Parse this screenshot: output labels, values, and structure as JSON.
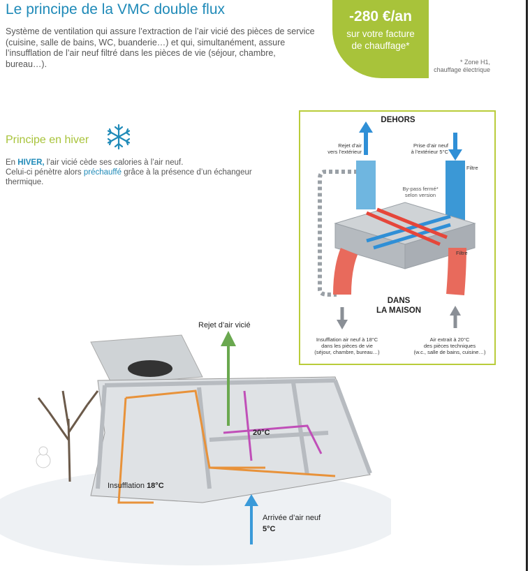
{
  "header": {
    "title": "Le principe de la VMC double flux",
    "intro": "Système de ventilation qui assure l’extraction de l’air vicié des pièces de service (cuisine, salle de bains, WC, buanderie…) et qui, simultanément, assure l’insufflation de l’air neuf filtré dans les pièces de vie (séjour, chambre, bureau…)."
  },
  "badge": {
    "amount": "-280 €/an",
    "line1": "sur votre facture",
    "line2": "de chauffage*"
  },
  "footnote": {
    "line1": "* Zone H1,",
    "line2": "chauffage électrique"
  },
  "winter": {
    "title": "Principe en hiver",
    "text_prefix": "En ",
    "text_keyword": "HIVER,",
    "text_mid": " l’air vicié cède ses calories à l’air neuf.",
    "text_line2_a": "Celui-ci pénètre alors ",
    "text_line2_kw": "préchauffé",
    "text_line2_b": " grâce à la présence d’un échangeur thermique."
  },
  "diagram": {
    "outside": "DEHORS",
    "inside_1": "DANS",
    "inside_2": "LA MAISON",
    "rejet_1": "Rejet d’air",
    "rejet_2": "vers l’extérieur",
    "prise_1": "Prise d’air neuf",
    "prise_2": "à l’extérieur 5°C",
    "filtre_top": "Filtre",
    "filtre_mid": "Filtre",
    "bypass_1": "By-pass fermé*",
    "bypass_2": "selon version",
    "insufflation_1": "Insufflation air neuf à 18°C",
    "insufflation_2": "dans les pièces de vie",
    "insufflation_3": "(séjour, chambre, bureau…)",
    "extrait_1": "Air extrait à 20°C",
    "extrait_2": "des pièces techniques",
    "extrait_3": "(w.c., salle de bains, cuisine…)"
  },
  "house": {
    "rejet": "Rejet d’air vicié",
    "temp_inside": "20°C",
    "insufflation_label": "Insufflation ",
    "insufflation_temp": "18°C",
    "arrivee": "Arrivée d’air neuf",
    "arrivee_temp": "5°C"
  },
  "colors": {
    "blue": "#1f8ab8",
    "green": "#a8c33a",
    "warm_air": "#e8923a",
    "stale_air": "#c04fb8",
    "fresh_air": "#3a9ad9"
  }
}
